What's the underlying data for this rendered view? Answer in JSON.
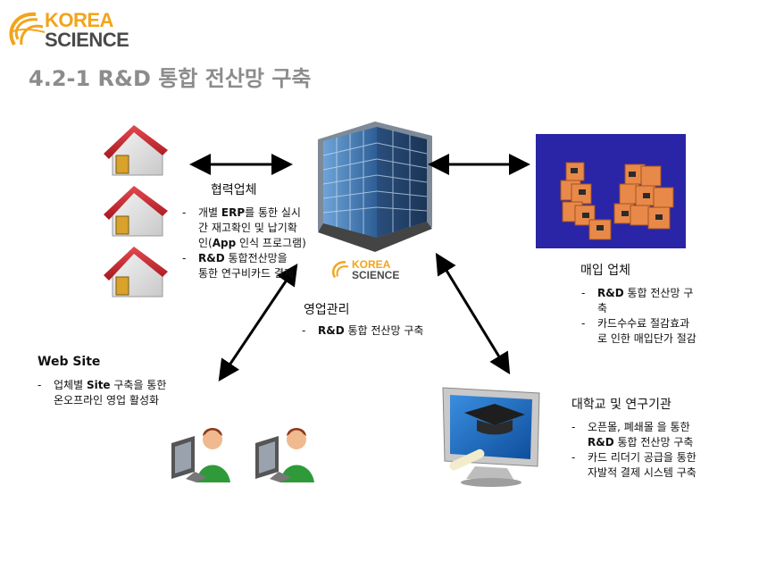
{
  "logo": {
    "line1": "KOREA",
    "line2": "SCIENCE"
  },
  "title": "4.2-1 R&D 통합 전산망 구축",
  "center_logo": {
    "line1": "KOREA",
    "line2": "SCIENCE"
  },
  "partners": {
    "label": "협력업체",
    "bullets": [
      {
        "dash": "-",
        "lines": [
          "개별 ERP를 통한 실시",
          "간 재고확인 및 납기확",
          "인(App 인식 프로그램)"
        ]
      },
      {
        "dash": "-",
        "lines": [
          "R&D 통합전산망을",
          "통한 연구비카드 결제"
        ]
      }
    ]
  },
  "purchase": {
    "label": "매입 업체",
    "bullets": [
      {
        "dash": "-",
        "lines": [
          "R&D 통합 전산망 구",
          "축"
        ]
      },
      {
        "dash": "-",
        "lines": [
          "카드수수료 절감효과",
          "로 인한 매입단가 절감"
        ]
      }
    ]
  },
  "sales": {
    "label": "영업관리",
    "bullets": [
      {
        "dash": "-",
        "lines": [
          "R&D 통합 전산망 구축"
        ]
      }
    ]
  },
  "website": {
    "label": "Web Site",
    "bullets": [
      {
        "dash": "-",
        "lines": [
          "업체별 Site 구축을 통한",
          "온오프라인 영업 활성화"
        ]
      }
    ]
  },
  "university": {
    "label": "대학교 및 연구기관",
    "bullets": [
      {
        "dash": "-",
        "lines": [
          "오픈몰, 폐쇄몰 을 통한",
          "R&D 통합 전산망 구축"
        ]
      },
      {
        "dash": "-",
        "lines": [
          "카드 리더기 공급을 통한",
          "자발적 결제 시스템 구축"
        ]
      }
    ]
  },
  "colors": {
    "title": "#8c8c8c",
    "logo_orange": "#f2a41c",
    "logo_gray": "#4a4a4a",
    "warehouse_bg": "#2a24a6",
    "house_roof": "#c8262e"
  },
  "icons": [
    "house-icon",
    "building-icon",
    "boxes-icon",
    "user-computer-icon",
    "graduation-monitor-icon"
  ]
}
